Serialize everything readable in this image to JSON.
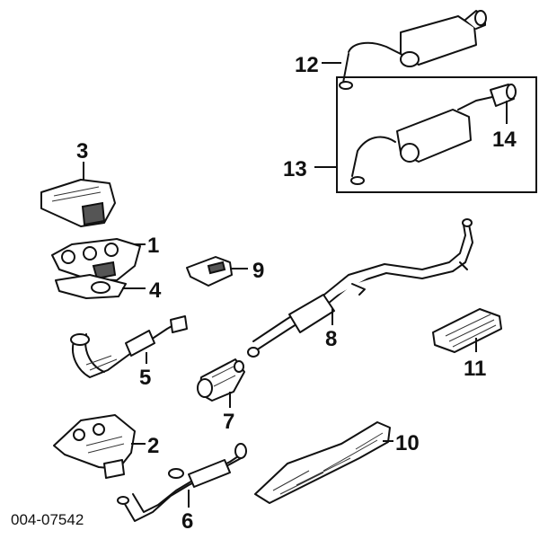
{
  "diagram_code": "004-07542",
  "callouts": {
    "c1": "1",
    "c2": "2",
    "c3": "3",
    "c4": "4",
    "c5": "5",
    "c6": "6",
    "c7": "7",
    "c8": "8",
    "c9": "9",
    "c10": "10",
    "c11": "11",
    "c12": "12",
    "c13": "13",
    "c14": "14"
  }
}
